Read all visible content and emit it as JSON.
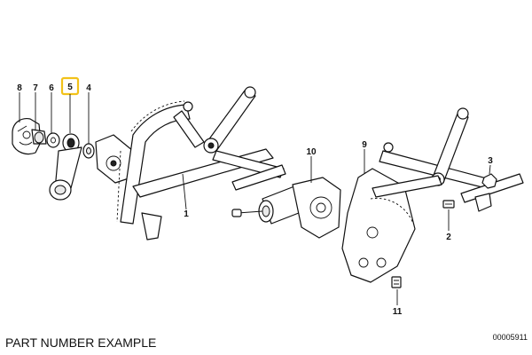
{
  "diagram": {
    "callouts": [
      "8",
      "7",
      "6",
      "5",
      "4",
      "1",
      "10",
      "9",
      "3",
      "2",
      "11"
    ],
    "highlighted_callout": "5",
    "highlight_color": "#f2c21a"
  },
  "caption": "PART NUMBER EXAMPLE",
  "reference_code": "00005911"
}
